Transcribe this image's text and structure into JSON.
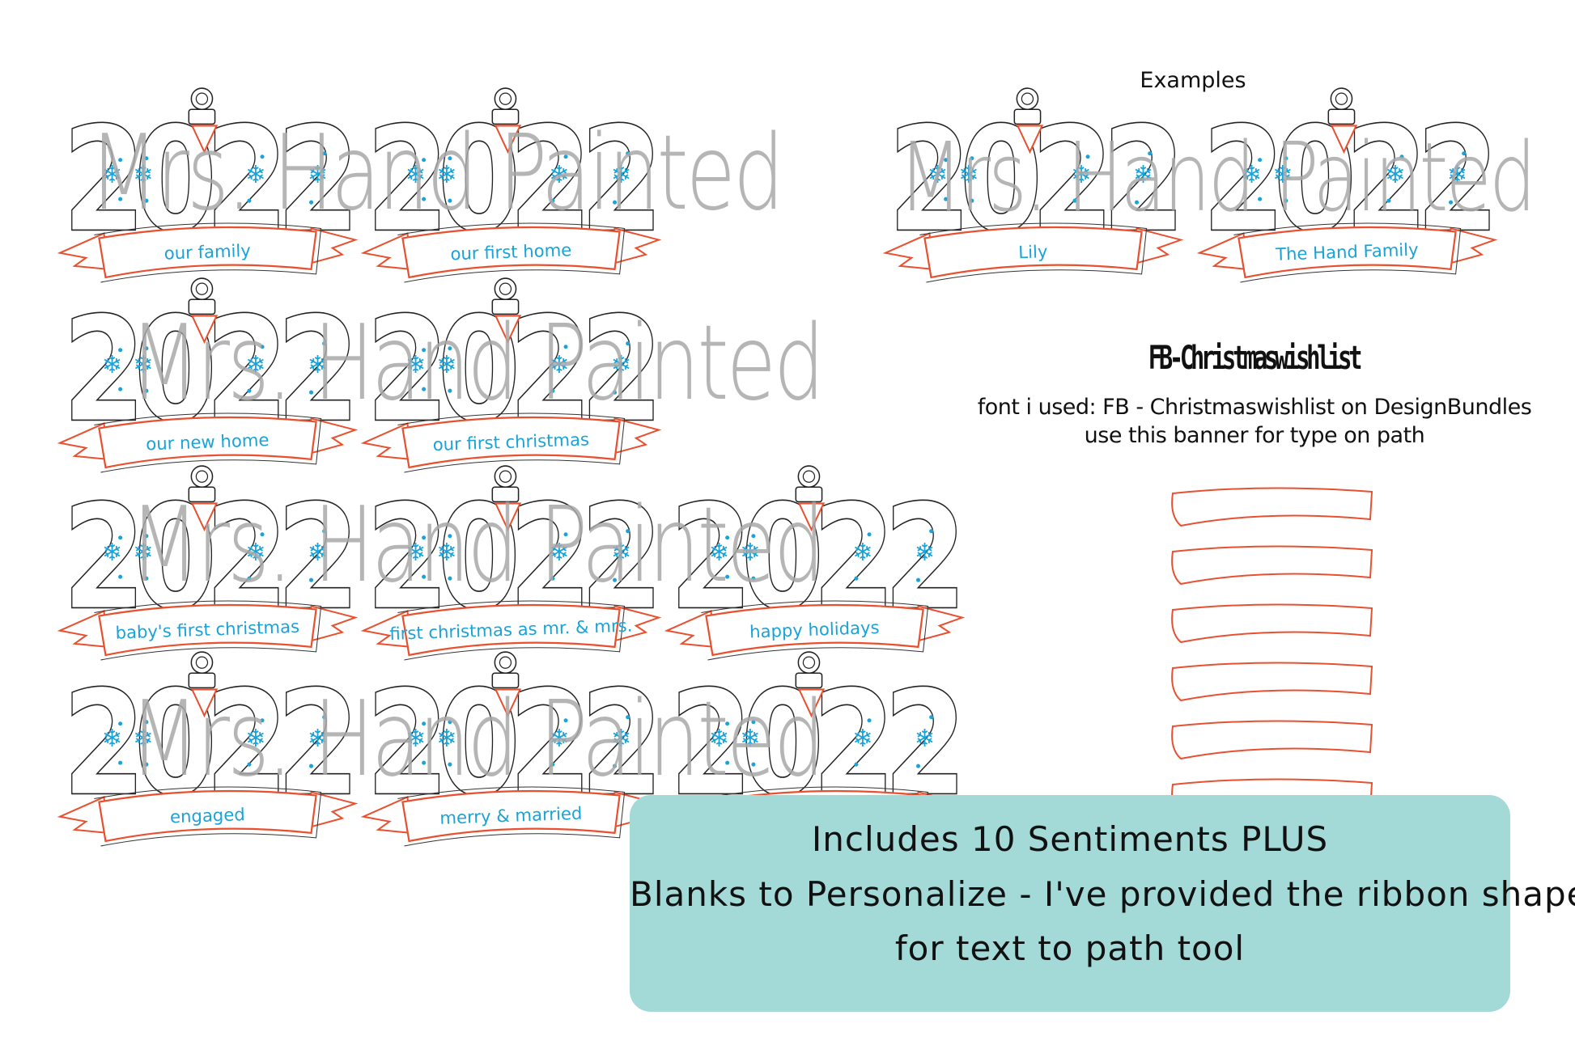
{
  "ornament_year": "2022",
  "watermark": "Mrs. Hand Painted",
  "colors": {
    "accent_blue": "#1aa3d9",
    "ribbon_red": "#e8502f",
    "promo_bg": "#a3d9d6",
    "watermark": "#a9a9a9"
  },
  "sentiments": [
    "our family",
    "our first home",
    "our new home",
    "our first christmas",
    "baby's first christmas",
    "first christmas as mr. & mrs.",
    "happy holidays",
    "engaged",
    "merry & married",
    ""
  ],
  "examples": {
    "heading": "Examples",
    "items": [
      "Lily",
      "The Hand Family"
    ]
  },
  "font_info": {
    "font_name": "FB-Christmaswishlist",
    "line1": "font i used: FB - Christmaswishlist on DesignBundles",
    "line2": "use this banner for type on path"
  },
  "blank_banner_count": 6,
  "promo": {
    "line1": "Includes 10 Sentiments PLUS",
    "line2": "Blanks to Personalize - I've provided the ribbon shape",
    "line3": "for text to path tool"
  }
}
